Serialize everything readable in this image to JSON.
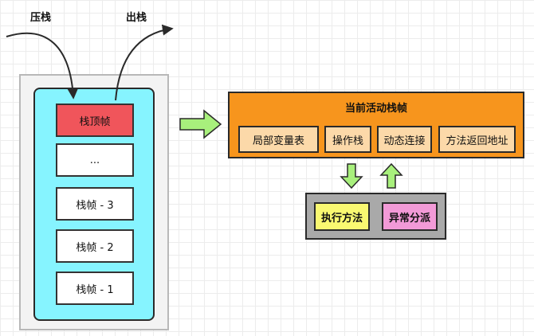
{
  "labels": {
    "push": "压栈",
    "pop": "出栈"
  },
  "stack": {
    "top_frame": "栈顶帧",
    "ellipsis": "...",
    "frame_3": "栈帧 - 3",
    "frame_2": "栈帧 - 2",
    "frame_1": "栈帧 - 1"
  },
  "current_frame": {
    "title": "当前活动栈帧",
    "parts": {
      "local_vars": "局部变量表",
      "operand_stack": "操作栈",
      "dynamic_link": "动态连接",
      "return_address": "方法返回地址"
    }
  },
  "execution": {
    "execute": "执行方法",
    "exception": "异常分派"
  },
  "colors": {
    "stack_column": "#86f4ff",
    "top_frame": "#f0555b",
    "current_frame": "#f7951d",
    "current_parts": "#fcd9a9",
    "execute": "#f9f871",
    "exception": "#f29ad7",
    "arrow_green": "#a8f07c"
  }
}
